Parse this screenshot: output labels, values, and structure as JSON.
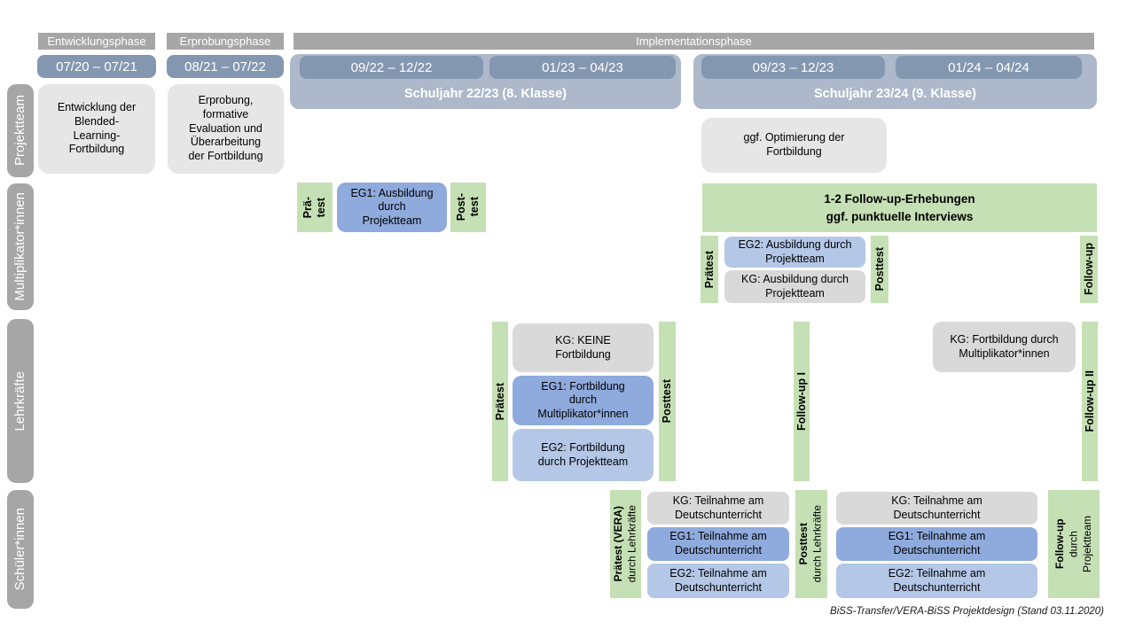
{
  "colors": {
    "phase_header_gray": "#a6a6a6",
    "period_slate_blue": "#8497b0",
    "school_year_light_blue": "#adb9ca",
    "note_box_gray": "#e7e6e6",
    "survey_green": "#c5e0b4",
    "eg1_blue": "#8faadc",
    "eg2_blue": "#b4c7e7",
    "kg_gray": "#d9d9d9",
    "row_label_gray": "#a6a6a6"
  },
  "phases": {
    "entwicklung": "Entwicklungsphase",
    "erprobung": "Erprobungsphase",
    "implementation": "Implementationsphase"
  },
  "periods": {
    "p1": "07/20 – 07/21",
    "p2": "08/21 – 07/22",
    "p3": "09/22 – 12/22",
    "p4": "01/23 – 04/23",
    "p5": "09/23 – 12/23",
    "p6": "01/24 – 04/24"
  },
  "school_years": {
    "sy1": "Schuljahr 22/23 (8. Klasse)",
    "sy2": "Schuljahr 23/24 (9. Klasse)"
  },
  "row_labels": {
    "projektteam": "Projektteam",
    "multiplikatoren": "Multiplikator*innen",
    "lehrkraefte": "Lehrkräfte",
    "schueler": "Schüler*innen"
  },
  "projektteam": {
    "entwicklung_box": "Entwicklung der\nBlended-\nLearning-\nFortbildung",
    "erprobung_box": "Erprobung,\nformative\nEvaluation und\nÜberarbeitung\nder Fortbildung",
    "optimierung_box": "ggf. Optimierung der\nFortbildung"
  },
  "multiplikatoren": {
    "praetest_1": "Prä-\ntest",
    "eg1_box": "EG1: Ausbildung\ndurch\nProjektteam",
    "posttest_1": "Post-\ntest",
    "followup_header": "1-2 Follow-up-Erhebungen\nggf. punktuelle Interviews",
    "praetest_2": "Prätest",
    "eg2_box": "EG2: Ausbildung durch\nProjektteam",
    "kg_box": "KG: Ausbildung durch\nProjektteam",
    "posttest_2": "Posttest",
    "followup": "Follow-up"
  },
  "lehrkraefte": {
    "praetest": "Prätest",
    "kg_box": "KG: KEINE\nFortbildung",
    "eg1_box": "EG1: Fortbildung\ndurch\nMultiplikator*innen",
    "eg2_box": "EG2: Fortbildung\ndurch Projektteam",
    "posttest": "Posttest",
    "followup1": "Follow-up I",
    "kg_followup_box": "KG: Fortbildung durch\nMultiplikator*innen",
    "followup2": "Follow-up II"
  },
  "schueler": {
    "praetest_bold": "Prätest (VERA)",
    "praetest_sub": "durch Lehrkräfte",
    "kg_box1": "KG: Teilnahme am\nDeutschunterricht",
    "eg1_box1": "EG1: Teilnahme am\nDeutschunterricht",
    "eg2_box1": "EG2: Teilnahme am\nDeutschunterricht",
    "posttest_bold": "Posttest",
    "posttest_sub": "durch Lehrkräfte",
    "kg_box2": "KG: Teilnahme am\nDeutschunterricht",
    "eg1_box2": "EG1: Teilnahme am\nDeutschunterricht",
    "eg2_box2": "EG2: Teilnahme am\nDeutschunterricht",
    "followup_bold": "Follow-up",
    "followup_sub": "durch\nProjektteam"
  },
  "caption": "BiSS-Transfer/VERA-BiSS Projektdesign (Stand 03.11.2020)"
}
